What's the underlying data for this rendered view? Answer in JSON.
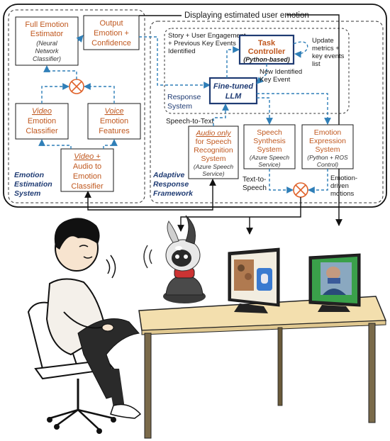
{
  "top_label": "Displaying estimated user emotion",
  "emotion_estimation": {
    "full_estimator": {
      "title_line1": "Full Emotion",
      "title_line2": "Estimator",
      "sub_line1": "(Neural",
      "sub_line2": "Network",
      "sub_line3": "Classifier)"
    },
    "output": {
      "line1": "Output",
      "line2": "Emotion +",
      "line3": "Confidence"
    },
    "video_classifier": {
      "line1": "Video",
      "line2": "Emotion",
      "line3": "Classifier"
    },
    "voice_features": {
      "line1": "Voice",
      "line2": "Emotion",
      "line3": "Features"
    },
    "input": {
      "line1": "Video +",
      "line2": "Audio to",
      "line3": "Emotion",
      "line4": "Classifier"
    },
    "label_line1": "Emotion",
    "label_line2": "Estimation",
    "label_line3": "System"
  },
  "adaptive": {
    "label_line1": "Adaptive",
    "label_line2": "Response",
    "label_line3": "Framework",
    "response_label_line1": "Response",
    "response_label_line2": "System",
    "story_note_line1": "Story + User Engagement",
    "story_note_line2": "+ Previous Key Events",
    "story_note_line3": "Identified",
    "task_controller": {
      "line1": "Task",
      "line2": "Controller",
      "line3": "(Python-based)"
    },
    "update_note_line1": "Update",
    "update_note_line2": "metrics +",
    "update_note_line3": "key events",
    "update_note_line4": "list",
    "new_event_line1": "New Identified",
    "new_event_line2": "Key Event",
    "llm": {
      "line1": "Fine-tuned",
      "line2": "LLM"
    },
    "speech_to_text": "Speech-to-Text",
    "text_to_speech_line1": "Text-to-",
    "text_to_speech_line2": "Speech",
    "emotion_motions_line1": "Emotion-",
    "emotion_motions_line2": "driven",
    "emotion_motions_line3": "motions",
    "speech_recognition": {
      "line1": "Audio only",
      "line2": "for Speech",
      "line3": "Recognition",
      "line4": "System",
      "sub1": "(Azure Speech",
      "sub2": "Service)"
    },
    "speech_synthesis": {
      "line1": "Speech",
      "line2": "Synthesis",
      "line3": "System",
      "sub1": "(Azure Speech",
      "sub2": "Service)"
    },
    "emotion_expression": {
      "line1": "Emotion",
      "line2": "Expression",
      "line3": "System",
      "sub1": "(Python + ROS",
      "sub2": "Control)"
    }
  },
  "colors": {
    "orange_text": "#c0581f",
    "arrow_blue": "#2f7fb8",
    "combiner_red": "#e0622a",
    "llm_border": "#1f3b73",
    "table_top": "#f3dfae",
    "monitor_screen_green": "#3aa04a"
  }
}
